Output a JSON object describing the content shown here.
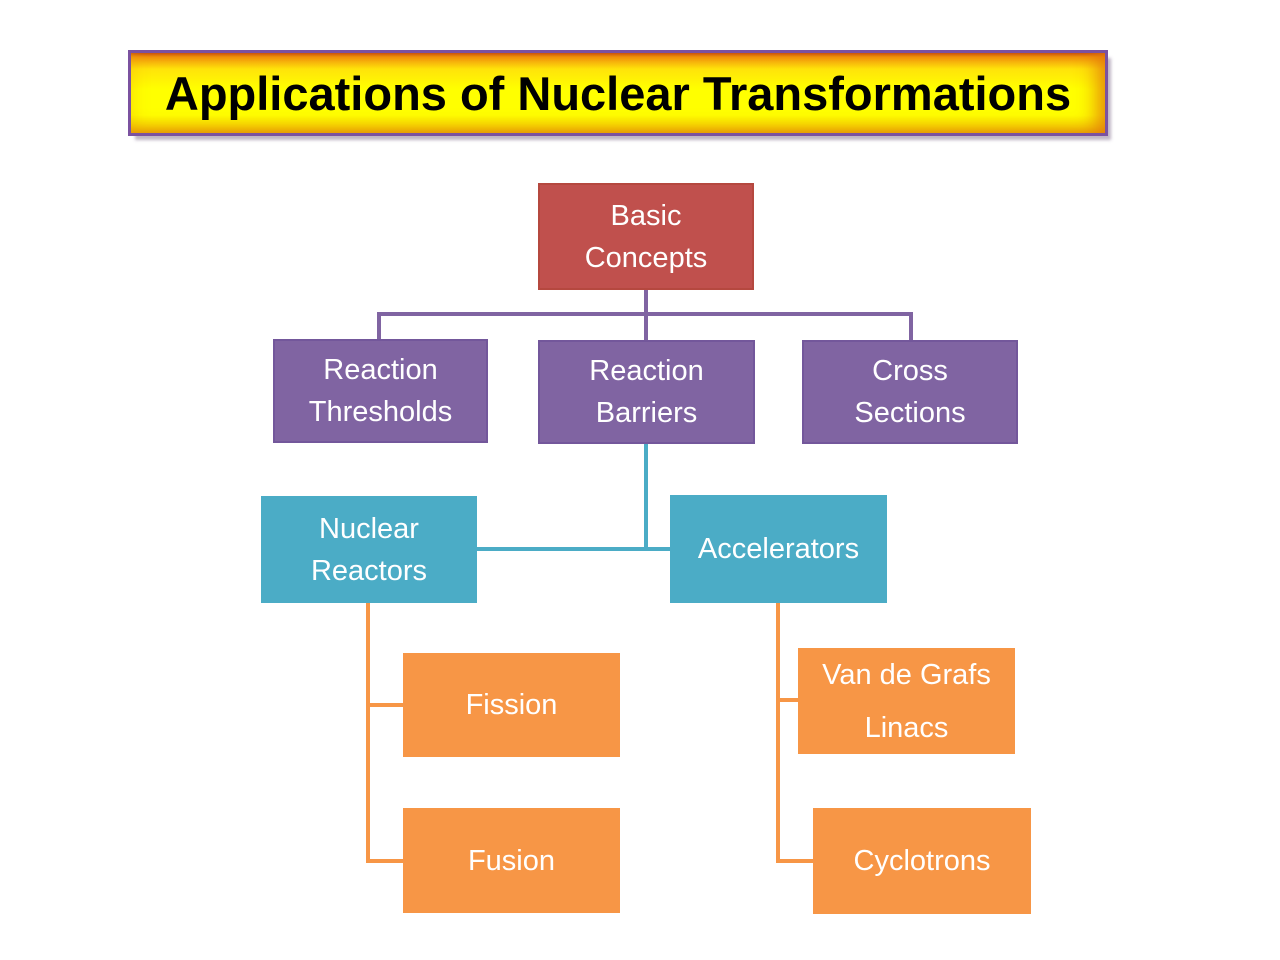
{
  "title": "Applications of Nuclear Transformations",
  "colors": {
    "title_fill": "#FFFF00",
    "title_border": "#7B52A0",
    "title_text": "#000000",
    "root_fill": "#C0504D",
    "level2_fill": "#8064A2",
    "level3_fill": "#4BACC6",
    "level4_fill": "#F79646",
    "node_text": "#FFFFFF",
    "connector_purple": "#8064A2",
    "connector_teal": "#4BACC6",
    "connector_orange": "#F79646"
  },
  "nodes": {
    "basic_concepts": {
      "label": "Basic Concepts",
      "lines": [
        "Basic",
        "Concepts"
      ]
    },
    "reaction_thresholds": {
      "label": "Reaction Thresholds",
      "lines": [
        "Reaction",
        "Thresholds"
      ]
    },
    "reaction_barriers": {
      "label": "Reaction Barriers",
      "lines": [
        "Reaction",
        "Barriers"
      ]
    },
    "cross_sections": {
      "label": "Cross Sections",
      "lines": [
        "Cross",
        "Sections"
      ]
    },
    "nuclear_reactors": {
      "label": "Nuclear Reactors",
      "lines": [
        "Nuclear",
        "Reactors"
      ]
    },
    "accelerators": {
      "label": "Accelerators"
    },
    "fission": {
      "label": "Fission"
    },
    "fusion": {
      "label": "Fusion"
    },
    "van_de_grafs_linacs": {
      "label": "Van de Grafs Linacs",
      "lines": [
        "Van de Grafs",
        "Linacs"
      ]
    },
    "cyclotrons": {
      "label": "Cyclotrons"
    }
  },
  "hierarchy": {
    "root": "Basic Concepts",
    "level2": [
      "Reaction Thresholds",
      "Reaction Barriers",
      "Cross Sections"
    ],
    "level3_parent": "Reaction Barriers",
    "level3": [
      "Nuclear Reactors",
      "Accelerators"
    ],
    "children_of_nuclear_reactors": [
      "Fission",
      "Fusion"
    ],
    "children_of_accelerators": [
      "Van de Grafs Linacs",
      "Cyclotrons"
    ]
  }
}
